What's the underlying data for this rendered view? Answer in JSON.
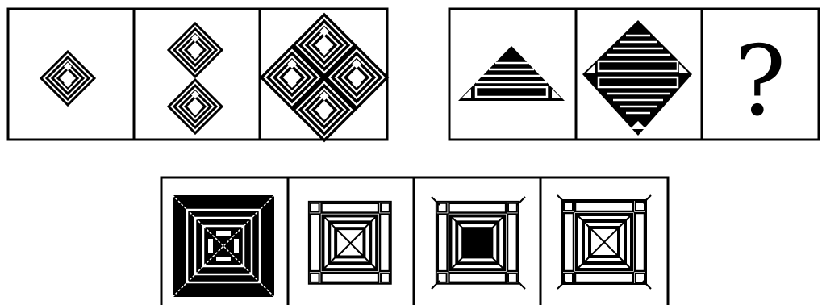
{
  "puzzle": {
    "question_mark": "?",
    "question_row": [
      {
        "motif": "spiral-diamond",
        "count": 1
      },
      {
        "motif": "spiral-diamond",
        "count": 2
      },
      {
        "motif": "spiral-diamond",
        "count": 4
      },
      {
        "motif": "striped-triangle"
      },
      {
        "motif": "striped-diamond"
      },
      {
        "motif": "unknown"
      }
    ],
    "answer_options": [
      {
        "motif": "black-square-with-diagonals"
      },
      {
        "motif": "framed-square-x-center"
      },
      {
        "motif": "framed-square-solid-center"
      },
      {
        "motif": "framed-square-x-center-alt"
      }
    ]
  },
  "colors": {
    "ink": "#000000",
    "paper": "#ffffff"
  }
}
